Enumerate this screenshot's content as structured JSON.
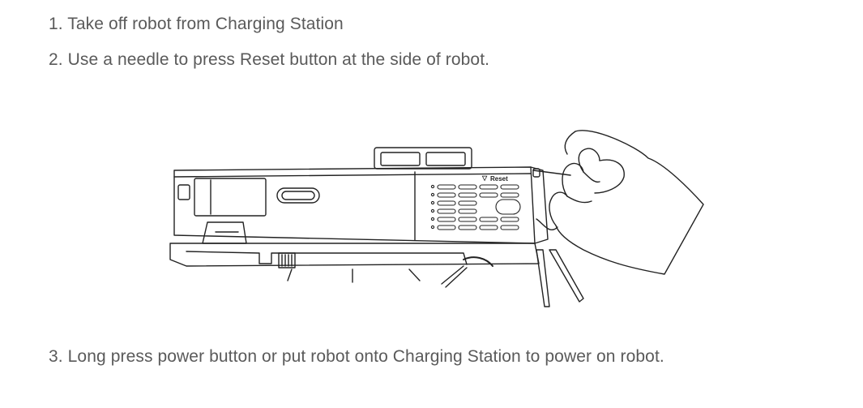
{
  "instructions": {
    "step1": "1. Take off robot from Charging Station",
    "step2": "2. Use a needle to press Reset button at the side of robot.",
    "step3": "3. Long press power button or put robot onto Charging Station to power on robot."
  },
  "illustration": {
    "reset_label": "Reset",
    "reset_marker": "▽"
  },
  "colors": {
    "text": "#5a5a5a",
    "line": "#222222",
    "background": "#ffffff"
  }
}
